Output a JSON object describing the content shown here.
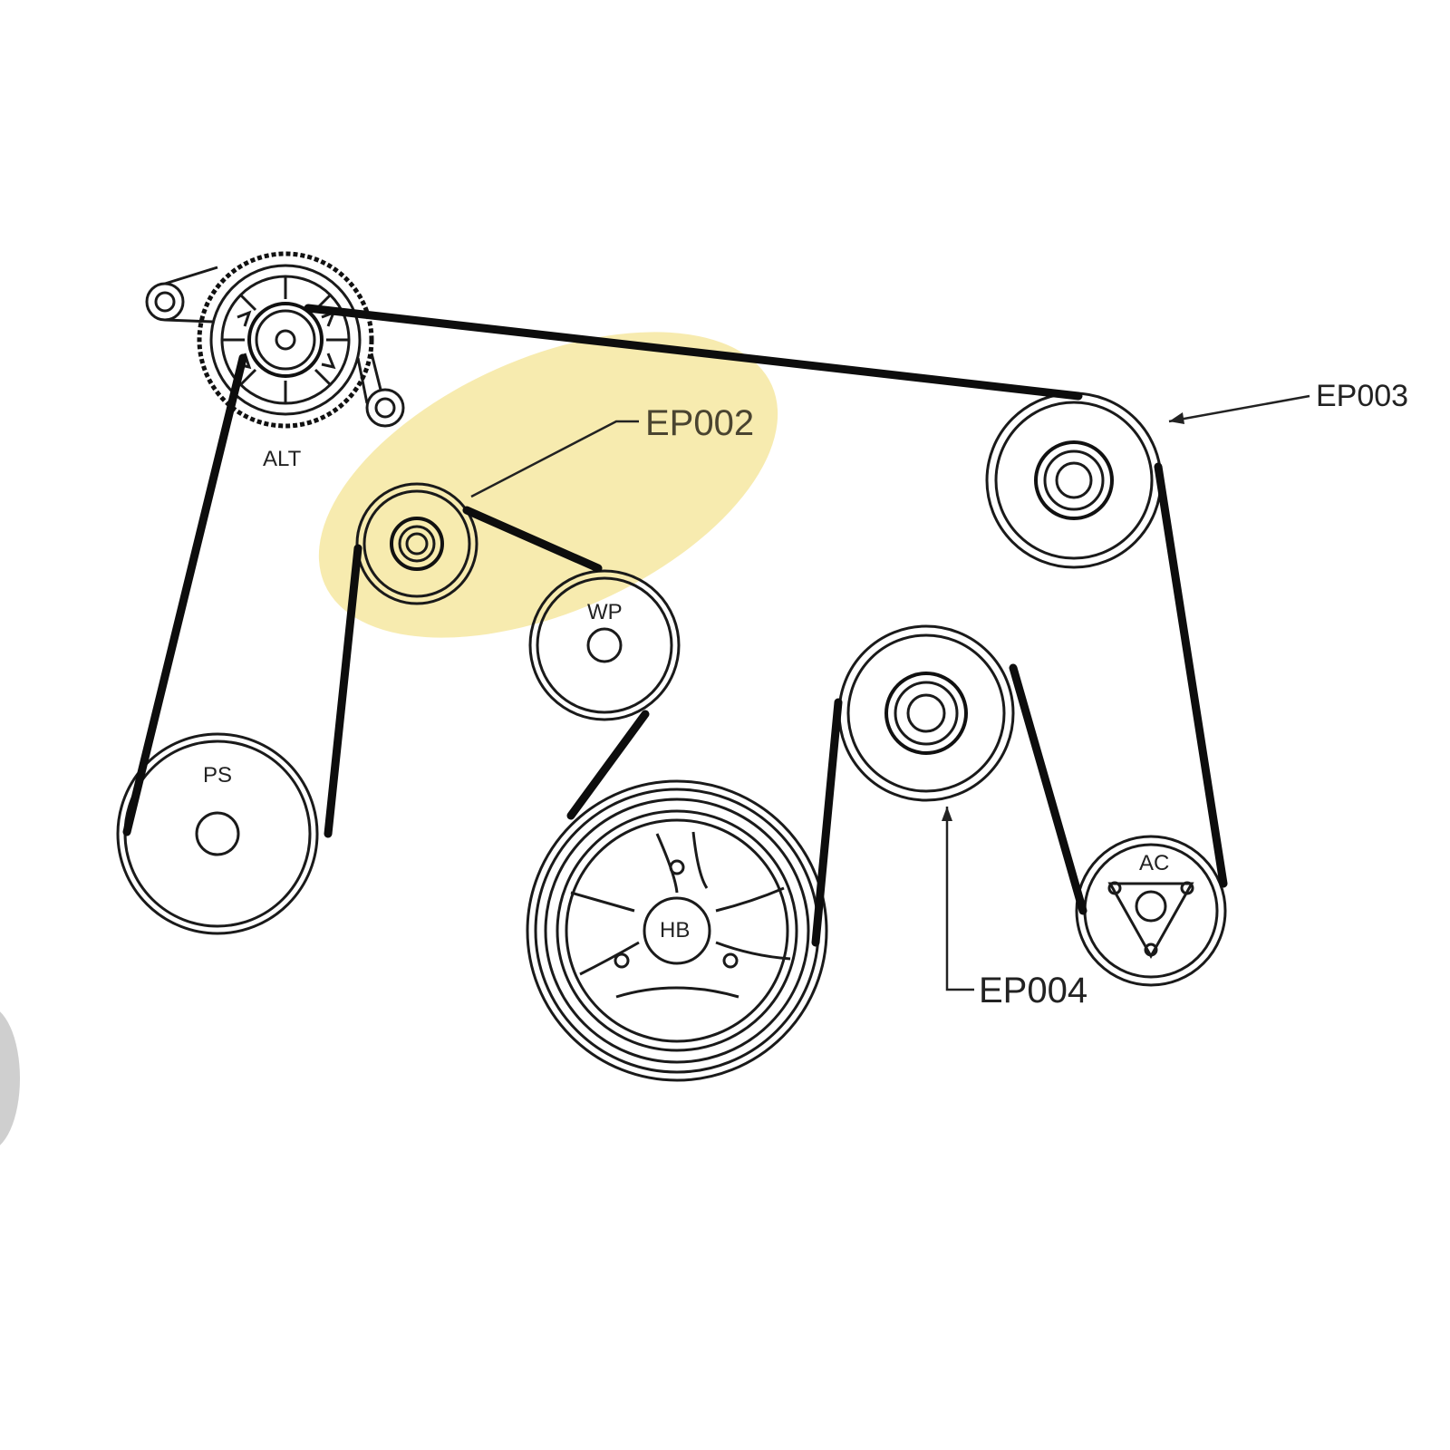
{
  "components": {
    "alt": "ALT",
    "wp": "WP",
    "ps": "PS",
    "hb": "HB",
    "ac": "AC"
  },
  "callouts": {
    "ep002": "EP002",
    "ep003": "EP003",
    "ep004": "EP004"
  },
  "highlight": {
    "target": "EP002",
    "color": "#f6e9a6"
  }
}
